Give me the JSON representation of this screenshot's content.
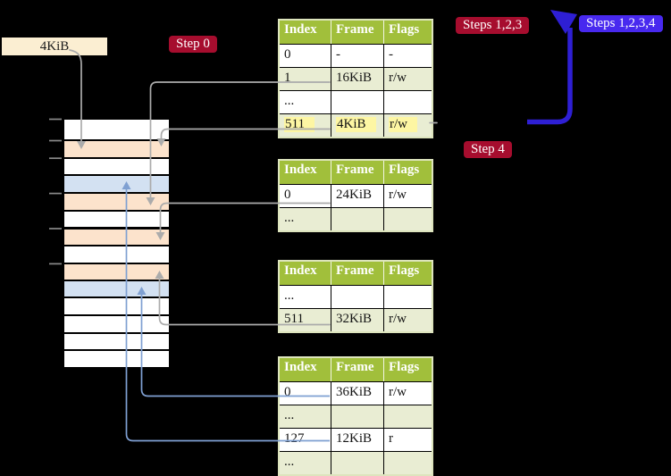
{
  "frame_label": "4KiB",
  "badges": {
    "step0": "Step 0",
    "steps123": "Steps 1,2,3",
    "steps1234": "Steps 1,2,3,4",
    "step4": "Step 4"
  },
  "tables": [
    {
      "headers": [
        "Index",
        "Frame",
        "Flags"
      ],
      "rows": [
        {
          "cells": [
            "0",
            "-",
            "-"
          ],
          "shade": false,
          "highlight": false
        },
        {
          "cells": [
            "1",
            "16KiB",
            "r/w"
          ],
          "shade": true,
          "highlight": false
        },
        {
          "cells": [
            "...",
            "",
            ""
          ],
          "shade": false,
          "highlight": false
        },
        {
          "cells": [
            "511",
            "4KiB",
            "r/w"
          ],
          "shade": true,
          "highlight": true
        }
      ]
    },
    {
      "headers": [
        "Index",
        "Frame",
        "Flags"
      ],
      "rows": [
        {
          "cells": [
            "0",
            "24KiB",
            "r/w"
          ],
          "shade": false,
          "highlight": false
        },
        {
          "cells": [
            "...",
            "",
            ""
          ],
          "shade": true,
          "highlight": false
        }
      ]
    },
    {
      "headers": [
        "Index",
        "Frame",
        "Flags"
      ],
      "rows": [
        {
          "cells": [
            "...",
            "",
            ""
          ],
          "shade": false,
          "highlight": false
        },
        {
          "cells": [
            "511",
            "32KiB",
            "r/w"
          ],
          "shade": true,
          "highlight": false
        }
      ]
    },
    {
      "headers": [
        "Index",
        "Frame",
        "Flags"
      ],
      "rows": [
        {
          "cells": [
            "0",
            "36KiB",
            "r/w"
          ],
          "shade": false,
          "highlight": false
        },
        {
          "cells": [
            "...",
            "",
            ""
          ],
          "shade": true,
          "highlight": false
        },
        {
          "cells": [
            "127",
            "12KiB",
            "r"
          ],
          "shade": false,
          "highlight": false
        },
        {
          "cells": [
            "...",
            "",
            ""
          ],
          "shade": true,
          "highlight": false
        }
      ]
    }
  ],
  "memory_rows": [
    "white",
    "orange",
    "white",
    "blue",
    "orange",
    "white",
    "orange",
    "white",
    "orange",
    "blue",
    "white",
    "white",
    "white",
    "white"
  ],
  "colors": {
    "background": "#000000",
    "label_beige": "#fbeed2",
    "row_orange": "#fce3cc",
    "row_blue": "#d3e1f2",
    "header_green": "#a1bf3b",
    "row_green": "#e9edd3",
    "table_frame": "#dde4bd",
    "highlight_yellow": "#fdf6a3",
    "badge_red": "#a60d2e",
    "badge_blue": "#4829ef",
    "arrow_blue": "#2e1fd4",
    "connector_grey": "#ababab",
    "connector_blue": "#7fa0d2",
    "tick_grey": "#8a8a8a",
    "text_dark": "#141414"
  }
}
